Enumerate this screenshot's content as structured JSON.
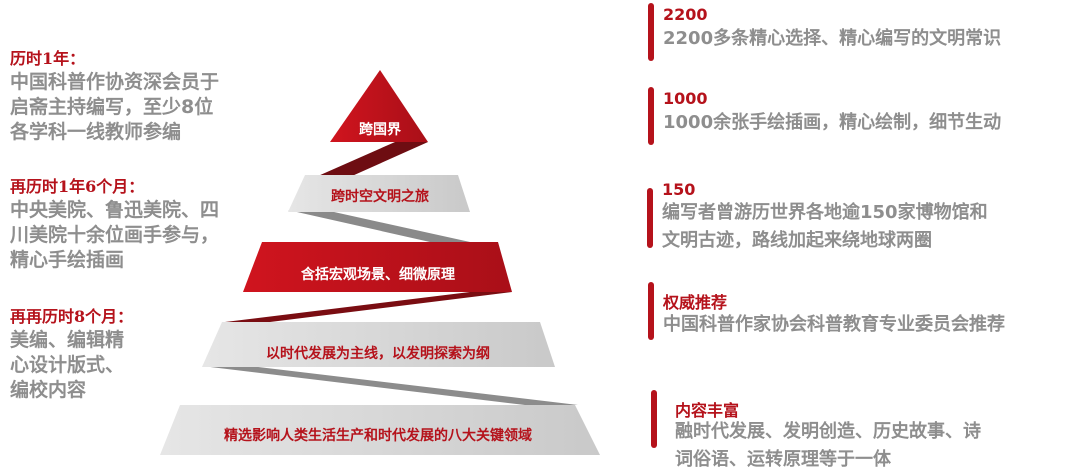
{
  "colors": {
    "accent": "#b5121b",
    "text_gray": "#8e8e8e",
    "tier_gray": "#d6d6d6"
  },
  "left": [
    {
      "heading": "历时1年：",
      "lines": [
        "中国科普作协资深会员于",
        "启斋主持编写，至少8位",
        "各学科一线教师参编"
      ]
    },
    {
      "heading": "再历时1年6个月：",
      "lines": [
        "中央美院、鲁迅美院、四",
        "川美院十余位画手参与，",
        "精心手绘插画"
      ]
    },
    {
      "heading": "再再历时8个月：",
      "lines": [
        "美编、编辑精",
        "心设计版式、",
        "编校内容"
      ]
    }
  ],
  "pyramid": [
    "跨国界",
    "跨时空文明之旅",
    "含括宏观场景、细微原理",
    "以时代发展为主线，以发明探索为纲",
    "精选影响人类生活生产和时代发展的八大关键领域"
  ],
  "right": [
    {
      "heading": "2200",
      "lines": [
        "2200多条精心选择、精心编写的文明常识"
      ]
    },
    {
      "heading": "1000",
      "lines": [
        "1000余张手绘插画，精心绘制，细节生动"
      ]
    },
    {
      "heading": "150",
      "lines": [
        "编写者曾游历世界各地逾150家博物馆和",
        "文明古迹，路线加起来绕地球两圈"
      ]
    },
    {
      "heading": "权威推荐",
      "lines": [
        "中国科普作家协会科普教育专业委员会推荐"
      ]
    },
    {
      "heading": "内容丰富",
      "lines": [
        "融时代发展、发明创造、历史故事、诗",
        "词俗语、运转原理等于一体"
      ]
    }
  ]
}
